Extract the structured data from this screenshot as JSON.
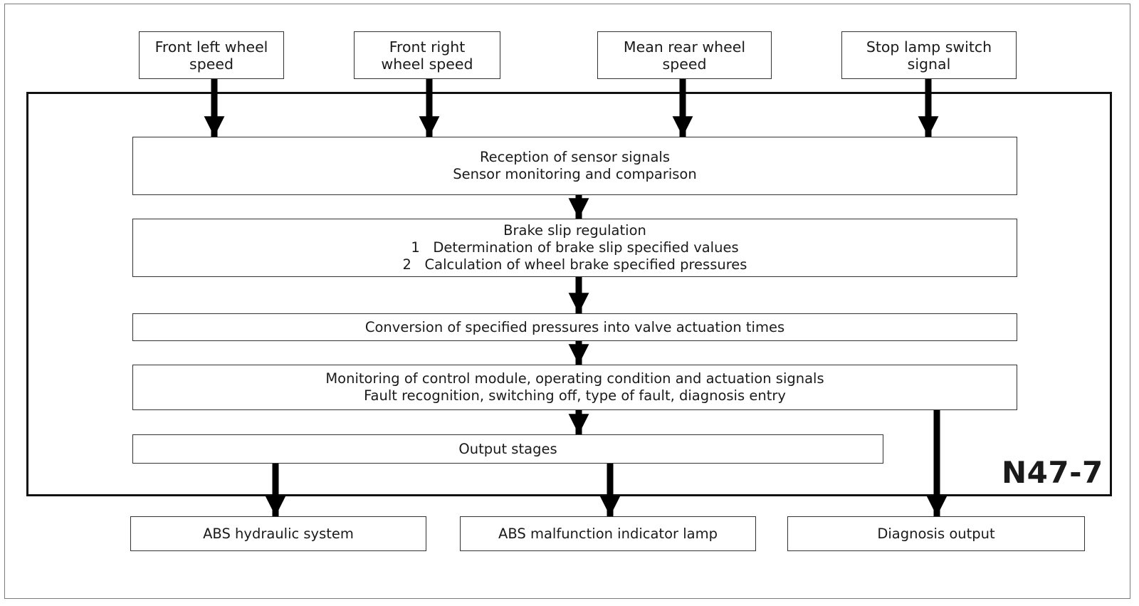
{
  "inputs": {
    "front_left": {
      "line1": "Front left wheel",
      "line2": "speed"
    },
    "front_right": {
      "line1": "Front right",
      "line2": "wheel speed"
    },
    "mean_rear": {
      "line1": "Mean rear wheel",
      "line2": "speed"
    },
    "stop_lamp": {
      "line1": "Stop lamp switch",
      "line2": "signal"
    }
  },
  "stages": {
    "reception": {
      "line1": "Reception of sensor signals",
      "line2": "Sensor monitoring and comparison"
    },
    "brake_slip": {
      "line1": "Brake slip regulation",
      "line2": "1   Determination of brake slip specified values",
      "line3": "2   Calculation of wheel brake specified pressures"
    },
    "conversion": {
      "line1": "Conversion of specified pressures into valve actuation times"
    },
    "monitoring": {
      "line1": "Monitoring of control module, operating condition and actuation signals",
      "line2": "Fault recognition, switching off, type of fault, diagnosis entry"
    },
    "output_stages": {
      "line1": "Output stages"
    }
  },
  "outputs": {
    "abs_hydraulic": "ABS hydraulic system",
    "abs_lamp": "ABS malfunction indicator lamp",
    "diagnosis": "Diagnosis output"
  },
  "module_label": "N47-7"
}
